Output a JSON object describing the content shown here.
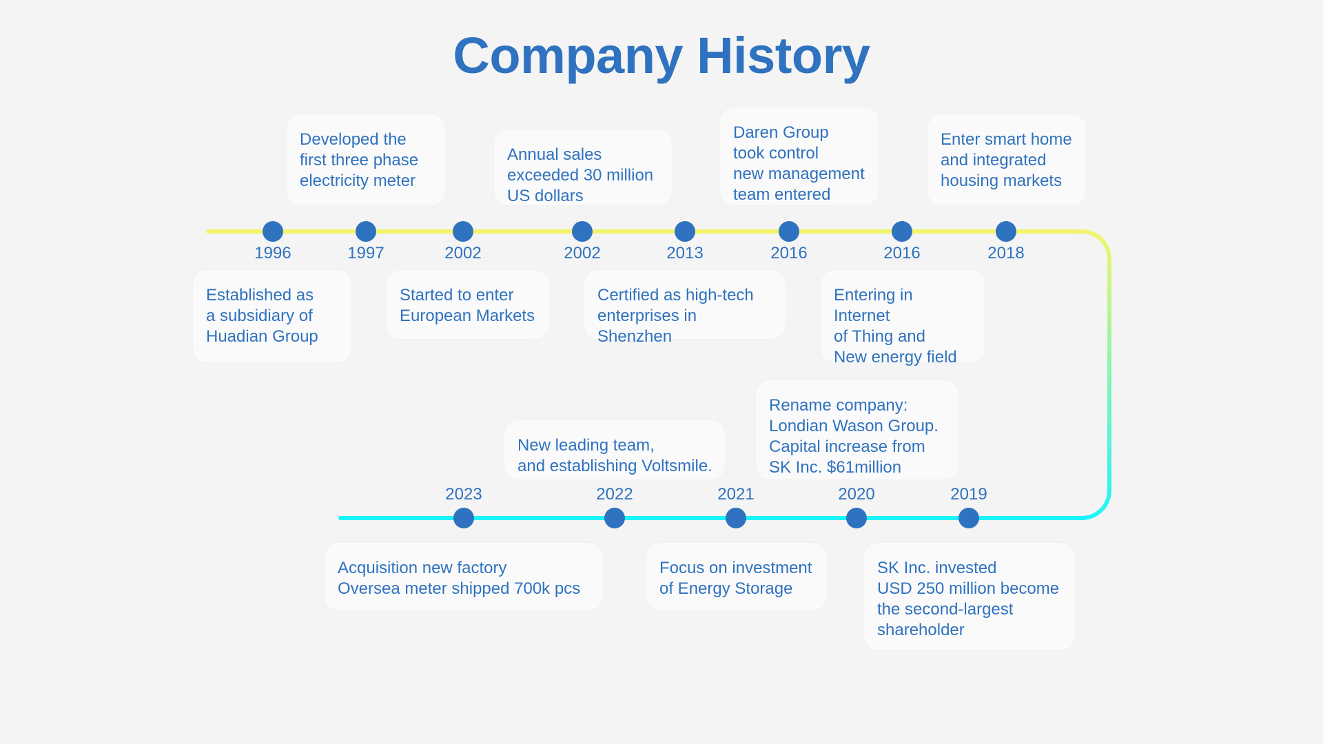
{
  "title": "Company History",
  "colors": {
    "accent": "#2f72bf",
    "top_line": "#f2f56b",
    "bottom_line": "#1df4fb",
    "card_bg": "#fafafa",
    "background": "#f4f4f4"
  },
  "events": [
    {
      "year": "1996",
      "text": "Established as\na subsidiary of\nHuadian Group"
    },
    {
      "year": "1997",
      "text": "Developed the\nfirst three phase\nelectricity meter"
    },
    {
      "year": "2002",
      "text": "Started to enter\nEuropean Markets"
    },
    {
      "year": "2002",
      "text": "Annual sales\nexceeded 30 million\nUS dollars"
    },
    {
      "year": "2013",
      "text": "Certified as high-tech\nenterprises in Shenzhen"
    },
    {
      "year": "2016",
      "text": "Daren Group\ntook control\nnew management\nteam entered"
    },
    {
      "year": "2016",
      "text": "Entering in Internet\nof Thing and\nNew energy field"
    },
    {
      "year": "2018",
      "text": "Enter smart home\nand integrated\nhousing markets"
    },
    {
      "year": "2019",
      "text": "SK Inc. invested\nUSD 250 million become\nthe second-largest\nshareholder"
    },
    {
      "year": "2020",
      "text": "Rename  company:\nLondian Wason Group.\nCapital increase from\nSK Inc. $61million"
    },
    {
      "year": "2021",
      "text": "Focus on investment\nof Energy Storage"
    },
    {
      "year": "2022",
      "text": "New leading team,\nand establishing Voltsmile."
    },
    {
      "year": "2023",
      "text": "Acquisition new factory\nOversea meter shipped 700k pcs"
    }
  ]
}
